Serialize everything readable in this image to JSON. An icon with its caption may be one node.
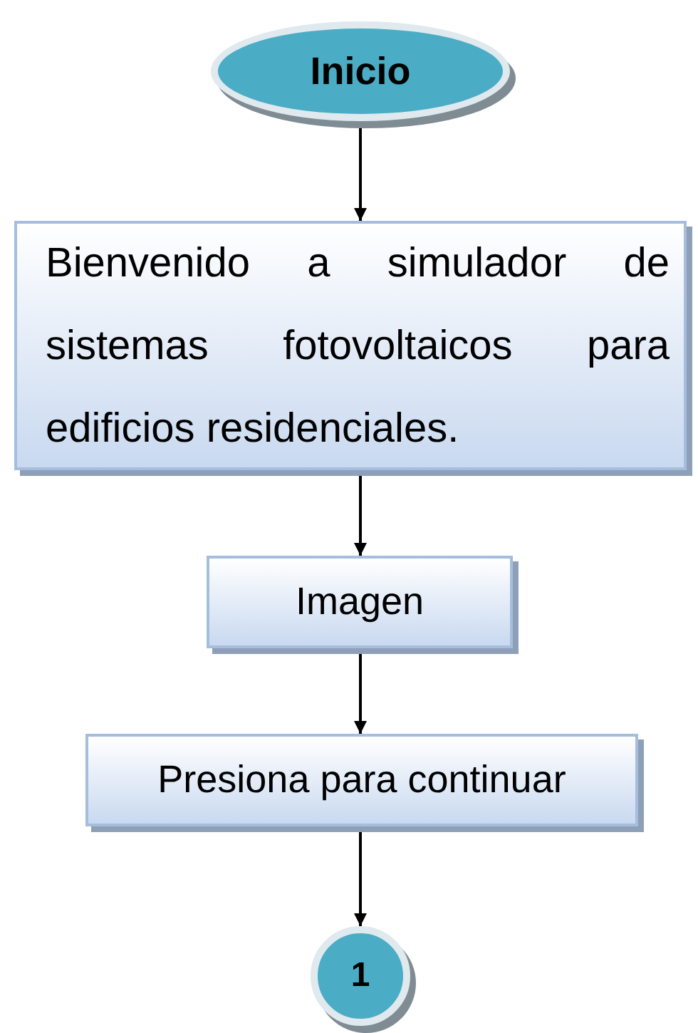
{
  "diagram": {
    "nodes": [
      {
        "text": [
          "Inicio"
        ]
      },
      {
        "text": [
          "Bienvenido a simulador de sistemas fotovoltaicos para edificios residenciales."
        ]
      },
      {
        "text": [
          "Imagen"
        ]
      },
      {
        "text": [
          "Presiona para continuar"
        ]
      },
      {
        "text": [
          "1"
        ]
      }
    ],
    "edges": [
      {
        "from": 0,
        "to": 1,
        "arrow": "to"
      },
      {
        "from": 1,
        "to": 2,
        "arrow": "to"
      },
      {
        "from": 2,
        "to": 3,
        "arrow": "to"
      },
      {
        "from": 3,
        "to": 4,
        "arrow": "to"
      }
    ]
  }
}
